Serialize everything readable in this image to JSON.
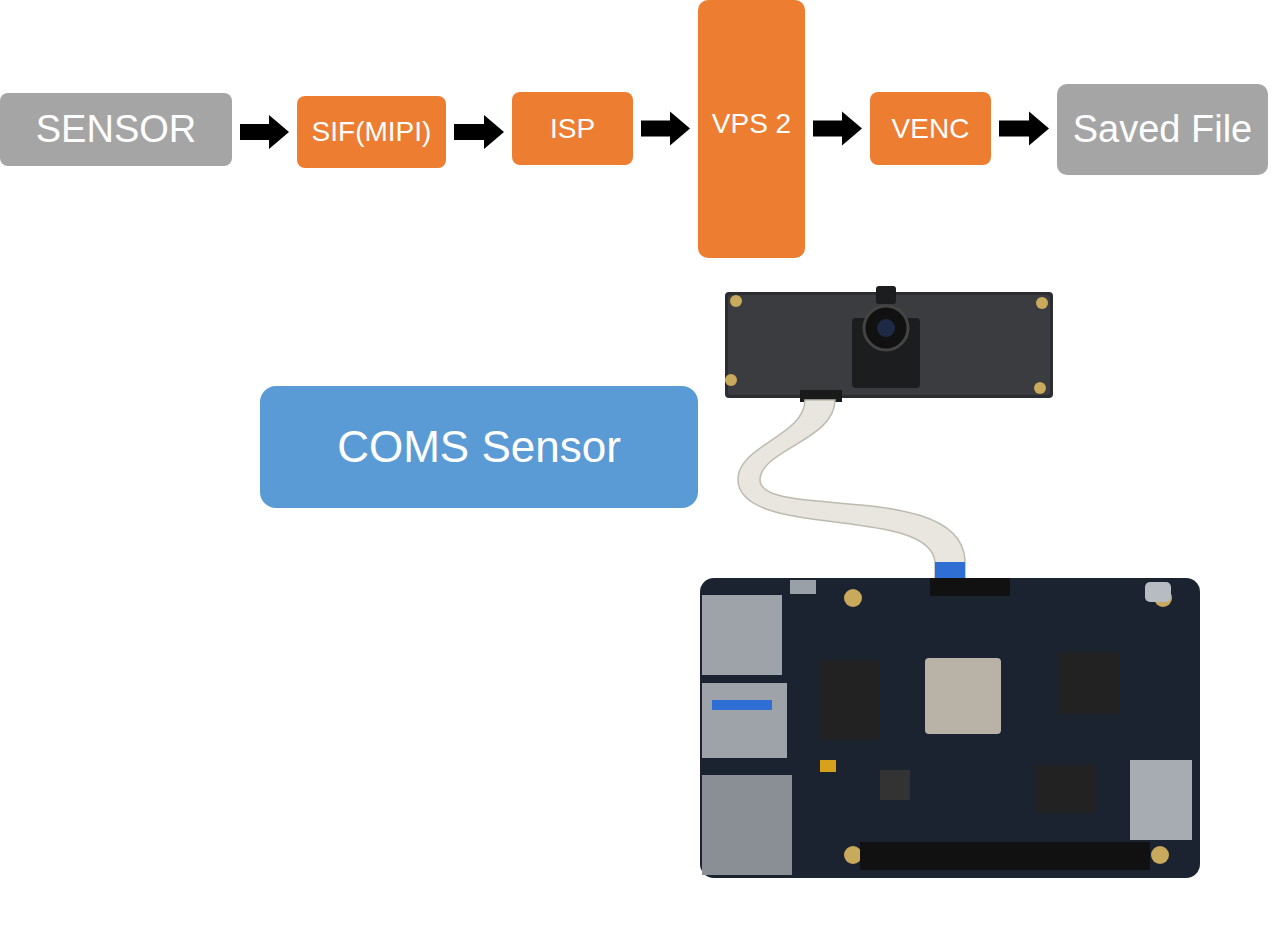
{
  "diagram": {
    "nodes": [
      {
        "text": [
          "SENSOR"
        ]
      },
      {
        "text": [
          "SIF(MIPI)"
        ]
      },
      {
        "text": [
          "ISP"
        ]
      },
      {
        "text": [
          "VPS 2"
        ]
      },
      {
        "text": [
          "VENC"
        ]
      },
      {
        "text": [
          "Saved File"
        ]
      },
      {
        "text": [
          "COMS Sensor"
        ]
      }
    ],
    "edges": [
      {
        "from": 0,
        "to": 1,
        "arrow": "to"
      },
      {
        "from": 1,
        "to": 2,
        "arrow": "to"
      },
      {
        "from": 2,
        "to": 3,
        "arrow": "to"
      },
      {
        "from": 3,
        "to": 4,
        "arrow": "to"
      },
      {
        "from": 4,
        "to": 5,
        "arrow": "to"
      }
    ]
  }
}
